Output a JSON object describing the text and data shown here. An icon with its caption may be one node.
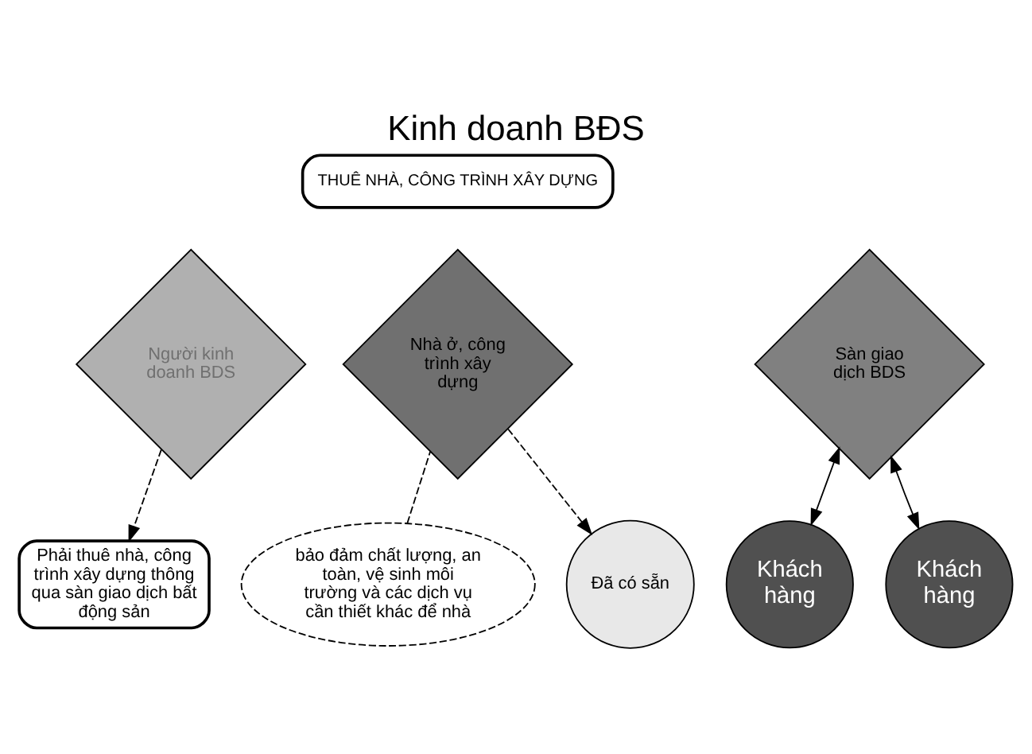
{
  "diagram": {
    "title": "Kinh doanh BĐS",
    "nodes": [
      {
        "text": [
          "THUÊ NHÀ, CÔNG TRÌNH XÂY DỰNG"
        ]
      },
      {
        "text": [
          "Người kinh doanh BDS"
        ]
      },
      {
        "text": [
          "Nhà ở, công trình xây dựng"
        ]
      },
      {
        "text": [
          "Sàn giao dịch BDS"
        ]
      },
      {
        "text": [
          "Khách hàng"
        ]
      },
      {
        "text": [
          "Khách hàng"
        ]
      },
      {
        "text": [
          "Phải thuê nhà, công trình xây dựng thông qua sàn giao dịch bất động sản"
        ]
      },
      {
        "text": [
          "Đã có sẵn"
        ]
      },
      {
        "text": [
          "bảo đảm chất lượng, an toàn, vệ sinh môi trường và các dịch vụ cần thiết khác để nhà"
        ]
      }
    ],
    "edges": [
      {
        "from": 3,
        "to": 4,
        "arrow": "both"
      },
      {
        "from": 3,
        "to": 5,
        "arrow": "both"
      },
      {
        "from": 1,
        "to": 6,
        "arrow": "to",
        "style": "dashed"
      },
      {
        "from": 2,
        "to": 7,
        "arrow": "to",
        "style": "dashed"
      },
      {
        "from": 8,
        "to": 2,
        "arrow": "none",
        "style": "dashed"
      }
    ]
  }
}
